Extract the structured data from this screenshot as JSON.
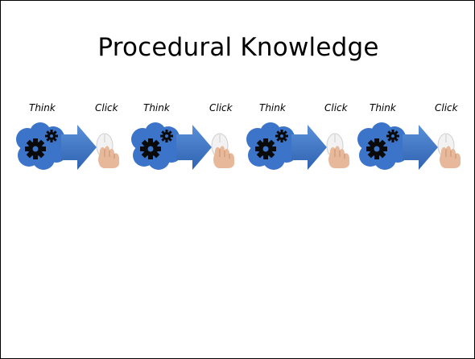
{
  "slide": {
    "title": "Procedural Knowledge"
  },
  "steps": [
    {
      "think_label": "Think",
      "click_label": "Click"
    },
    {
      "think_label": "Think",
      "click_label": "Click"
    },
    {
      "think_label": "Think",
      "click_label": "Click"
    },
    {
      "think_label": "Think",
      "click_label": "Click"
    }
  ],
  "icons": {
    "cloud": "thinking-cloud-gears-icon",
    "arrow": "right-arrow-icon",
    "mouse": "hand-on-mouse-icon"
  },
  "colors": {
    "cloud": "#3b74c9",
    "arrow": "#3b6fbf",
    "gear": "#0a0a0a",
    "skin": "#e8b89a"
  }
}
